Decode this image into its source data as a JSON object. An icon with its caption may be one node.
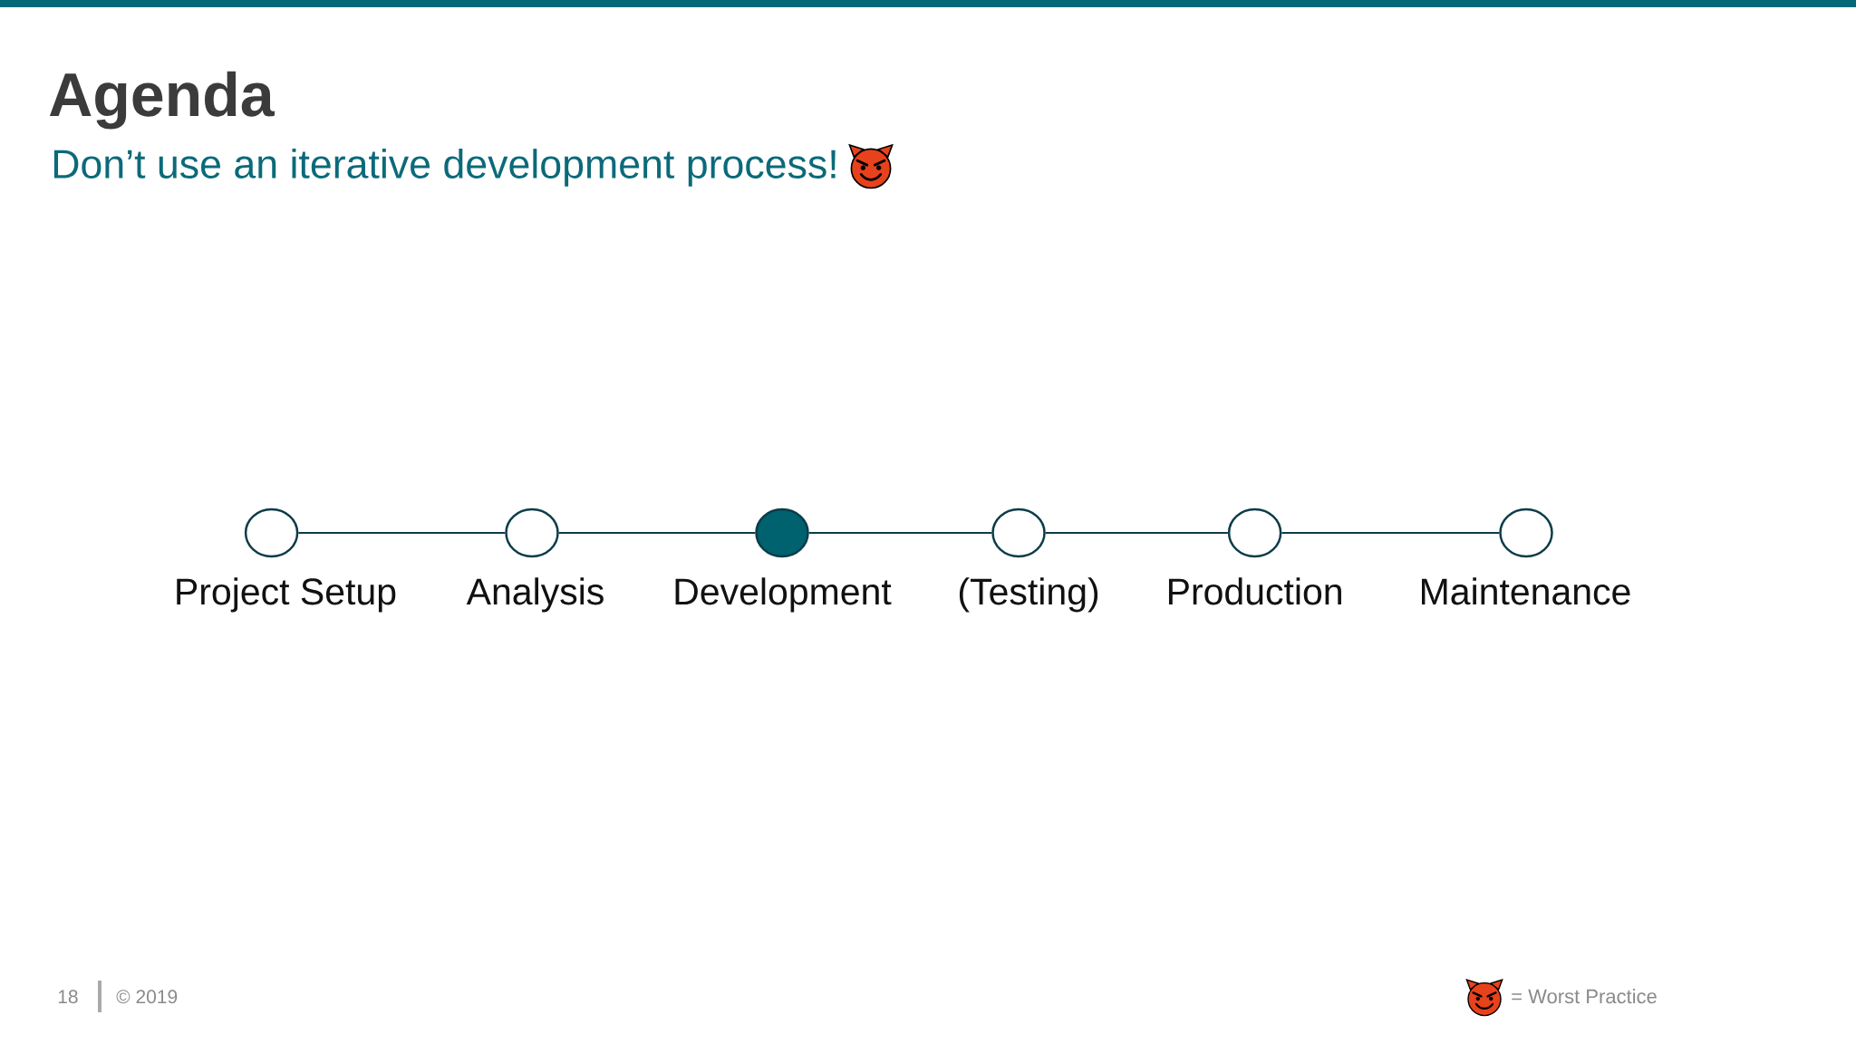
{
  "diagram": {
    "title": "Agenda",
    "nodes": [
      {
        "text": [],
        "shape": "circle",
        "beside": [
          "Project Setup"
        ]
      },
      {
        "text": [],
        "shape": "circle",
        "beside": [
          "Analysis"
        ]
      },
      {
        "text": [],
        "shape": "circle",
        "beside": [
          "Development"
        ]
      },
      {
        "text": [],
        "shape": "circle",
        "beside": [
          "(Testing)"
        ]
      },
      {
        "text": [],
        "shape": "circle",
        "beside": [
          "Production"
        ]
      },
      {
        "text": [],
        "shape": "circle",
        "beside": [
          "Maintenance"
        ]
      }
    ],
    "edges": [
      {
        "from": 0,
        "to": 1,
        "arrow": "none"
      },
      {
        "from": 1,
        "to": 2,
        "arrow": "none"
      },
      {
        "from": 2,
        "to": 3,
        "arrow": "none"
      },
      {
        "from": 3,
        "to": 4,
        "arrow": "none"
      },
      {
        "from": 4,
        "to": 5,
        "arrow": "none"
      }
    ],
    "labels": [
      "Don’t use an iterative development process!",
      "18",
      "© 2019"
    ],
    "legend": [
      {
        "text": "= Worst Practice"
      }
    ]
  }
}
